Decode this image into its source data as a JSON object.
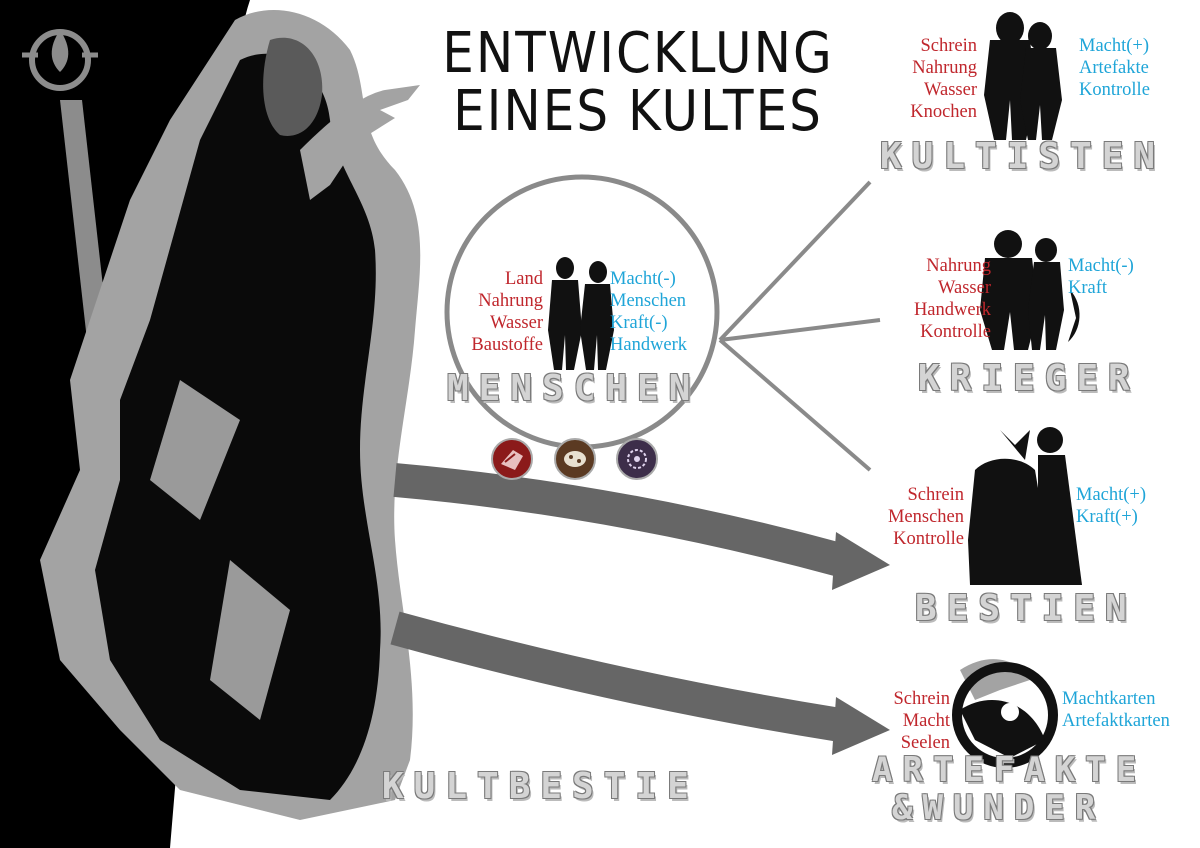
{
  "title": {
    "line1": "ENTWICKLUNG",
    "line2": "EINES KULTES"
  },
  "center": {
    "label": "MENSCHEN",
    "resources": [
      "Land",
      "Nahrung",
      "Wasser",
      "Baustoffe"
    ],
    "attributes": [
      "Macht(-)",
      "Menschen",
      "Kraft(-)",
      "Handwerk"
    ],
    "icons": [
      "meat-icon",
      "stone-icon",
      "magic-orb-icon"
    ]
  },
  "branches": [
    {
      "label": "KULTISTEN",
      "resources": [
        "Schrein",
        "Nahrung",
        "Wasser",
        "Knochen"
      ],
      "attributes": [
        "Macht(+)",
        "Artefakte",
        "Kontrolle"
      ]
    },
    {
      "label": "KRIEGER",
      "resources": [
        "Nahrung",
        "Wasser",
        "Handwerk",
        "Kontrolle"
      ],
      "attributes": [
        "Macht(-)",
        "Kraft"
      ]
    },
    {
      "label": "BESTIEN",
      "resources": [
        "Schrein",
        "Menschen",
        "Kontrolle"
      ],
      "attributes": [
        "Macht(+)",
        "Kraft(+)"
      ]
    },
    {
      "label_line1": "ARTEFAKTE",
      "label_line2": "&WUNDER",
      "resources": [
        "Schrein",
        "Macht",
        "Seelen"
      ],
      "attributes": [
        "Machtkarten",
        "Artefaktkarten"
      ]
    }
  ],
  "cult_beast": {
    "label": "KULTBESTIE"
  },
  "colors": {
    "resource": "#c0272d",
    "attribute": "#1fa5d8",
    "label": "#d4d4d4",
    "figure": "#111111",
    "figure_light": "#a0a0a0",
    "arrow": "#666666",
    "branch_line": "#8a8a8a"
  }
}
